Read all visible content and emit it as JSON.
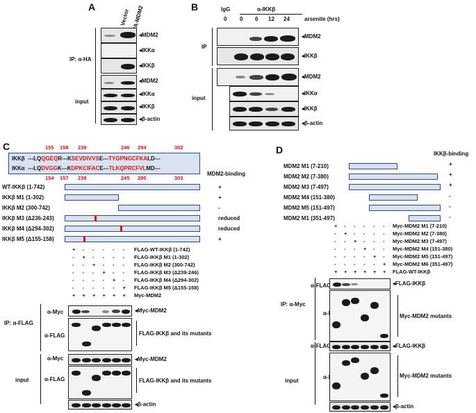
{
  "panels": {
    "A": "A",
    "B": "B",
    "C": "C",
    "D": "D"
  },
  "panelA": {
    "col_labels": [
      "Vector",
      "HA-MDM2"
    ],
    "ip_label": "IP: α-HA",
    "input_label": "input",
    "ip_blots": [
      "MDM2",
      "IKKα",
      "IKKβ"
    ],
    "input_blots": [
      "MDM2",
      "IKKα",
      "IKKβ",
      "β-actin"
    ]
  },
  "panelB": {
    "header_igg": "IgG",
    "header_ab": "α-IKKβ",
    "times": [
      "0",
      "0",
      "6",
      "12",
      "24"
    ],
    "time_label": "arsenite (hrs)",
    "ip_label": "IP",
    "input_label": "input",
    "ip_blots": [
      "MDM2",
      "IKKβ"
    ],
    "input_blots": [
      "MDM2",
      "IKKα",
      "IKKβ",
      "β-actin"
    ]
  },
  "panelC": {
    "seq1_name": "IKKβ",
    "seq2_name": "IKKα",
    "seq1_nums": [
      "155",
      "158",
      "239",
      "246",
      "294",
      "302"
    ],
    "seq2_nums": [
      "154",
      "157",
      "238",
      "245",
      "295",
      "303"
    ],
    "seq1": {
      "a": "---LQ",
      "b": "QGEQ",
      "c": "R---K",
      "d": "SEVDIVVS",
      "e": "E---",
      "f": "TYGPNGCFKA",
      "g": "LD---"
    },
    "seq2": {
      "a": "---LQ",
      "b": "DVGG",
      "c": "K---K",
      "d": "DPKCIFAC",
      "e": "E---",
      "f": "TLKQPRCFVL",
      "g": "MD---"
    },
    "binding_header": "MDM2-binding",
    "constructs": [
      {
        "name": "WT-IKKβ (1-742)",
        "binding": "+"
      },
      {
        "name": "IKKβ M1 (1-302)",
        "binding": "+"
      },
      {
        "name": "IKKβ M2 (300-742)",
        "binding": "-"
      },
      {
        "name": "IKKβ M3 (Δ236-243)",
        "binding": "reduced"
      },
      {
        "name": "IKKβ M4 (Δ294-302)",
        "binding": "reduced"
      },
      {
        "name": "IKKβ M5 (Δ155-158)",
        "binding": "+"
      }
    ],
    "matrix_rows": [
      {
        "label": "FLAG-WT-IKKβ (1-742)",
        "signs": [
          "+",
          "-",
          "-",
          "-",
          "-",
          "-"
        ]
      },
      {
        "label": "FLAG-IKKβ M1 (1-302)",
        "signs": [
          "-",
          "+",
          "-",
          "-",
          "-",
          "-"
        ]
      },
      {
        "label": "FLAG-IKKβ M2 (300-742)",
        "signs": [
          "-",
          "-",
          "+",
          "-",
          "-",
          "-"
        ]
      },
      {
        "label": "FLAG-IKKβ M3 (Δ239-246)",
        "signs": [
          "-",
          "-",
          "-",
          "+",
          "-",
          "-"
        ]
      },
      {
        "label": "FLAG-IKKβ M4 (Δ294-302)",
        "signs": [
          "-",
          "-",
          "-",
          "-",
          "+",
          "-"
        ]
      },
      {
        "label": "FLAG-IKKβ M5 (Δ155-158)",
        "signs": [
          "-",
          "-",
          "-",
          "-",
          "-",
          "+"
        ]
      },
      {
        "label": "Myc-MDM2",
        "signs": [
          "+",
          "+",
          "+",
          "+",
          "+",
          "+"
        ]
      }
    ],
    "ip_label": "IP: α-FLAG",
    "input_label": "input",
    "ab_myc": "α-Myc",
    "ab_flag": "α-FLAG",
    "right_labels": {
      "myc_mdm2": "Myc-MDM2",
      "flag_mut": "FLAG-IKKβ and its mutants",
      "actin": "β-actin"
    }
  },
  "panelD": {
    "binding_header": "IKKβ-binding",
    "constructs": [
      {
        "name": "MDM2 M1 (7-210)",
        "binding": "+"
      },
      {
        "name": "MDM2 M2 (7-380)",
        "binding": "+"
      },
      {
        "name": "MDM2 M3 (7-497)",
        "binding": "+"
      },
      {
        "name": "MDM2 M4 (151-380)",
        "binding": "-"
      },
      {
        "name": "MDM2 M5 (151-497)",
        "binding": "-"
      },
      {
        "name": "MDM2 M1 (351-497)",
        "binding": "-"
      }
    ],
    "matrix_rows": [
      {
        "label": "Myc-MDM2 M1 (7-210)",
        "signs": [
          "+",
          "-",
          "-",
          "-",
          "-",
          "-"
        ]
      },
      {
        "label": "Myc-MDM2 M2 (7-380)",
        "signs": [
          "-",
          "+",
          "-",
          "-",
          "-",
          "-"
        ]
      },
      {
        "label": "Myc-MDM2 M3 (7-497)",
        "signs": [
          "-",
          "-",
          "+",
          "-",
          "-",
          "-"
        ]
      },
      {
        "label": "Myc-MDM2 M4 (151-380)",
        "signs": [
          "-",
          "-",
          "-",
          "+",
          "-",
          "-"
        ]
      },
      {
        "label": "Myc-MDM2 M5 (151-497)",
        "signs": [
          "-",
          "-",
          "-",
          "-",
          "+",
          "-"
        ]
      },
      {
        "label": "Myc-MDM2 M6 (351-497)",
        "signs": [
          "-",
          "-",
          "-",
          "-",
          "-",
          "+"
        ]
      },
      {
        "label": "FLAG-WT-IKKβ",
        "signs": [
          "+",
          "+",
          "+",
          "+",
          "+",
          "+"
        ]
      }
    ],
    "ip_label": "IP: α-Myc",
    "input_label": "input",
    "ab_flag": "α-FLAG",
    "ab_myc": "α-Myc",
    "right_labels": {
      "flag_ikk": "FLAG-IKKβ",
      "myc_mut": "Myc-MDM2 mutants",
      "actin": "β-actin"
    }
  }
}
